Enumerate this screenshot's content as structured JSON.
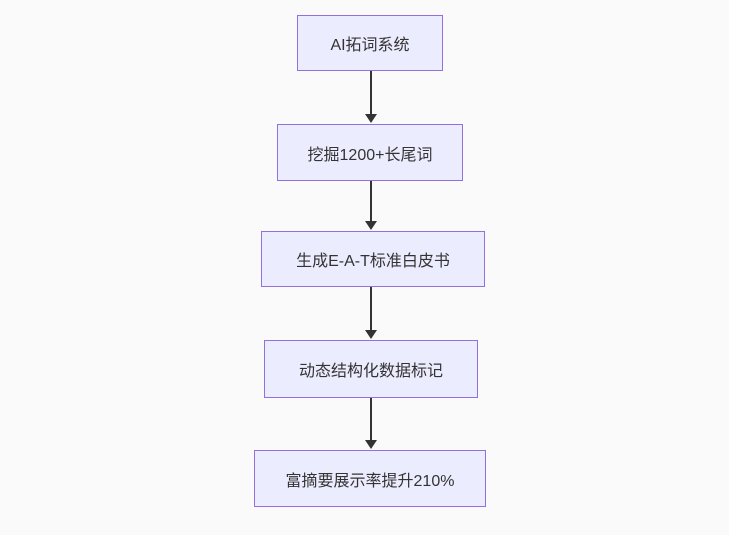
{
  "diagram": {
    "type": "flowchart",
    "direction": "top-down",
    "nodes": [
      {
        "id": "step-1",
        "label": "AI拓词系统"
      },
      {
        "id": "step-2",
        "label": "挖掘1200+长尾词"
      },
      {
        "id": "step-3",
        "label": "生成E-A-T标准白皮书"
      },
      {
        "id": "step-4",
        "label": "动态结构化数据标记"
      },
      {
        "id": "step-5",
        "label": "富摘要展示率提升210%"
      }
    ],
    "edges": [
      {
        "from": "step-1",
        "to": "step-2"
      },
      {
        "from": "step-2",
        "to": "step-3"
      },
      {
        "from": "step-3",
        "to": "step-4"
      },
      {
        "from": "step-4",
        "to": "step-5"
      }
    ],
    "colors": {
      "node_fill": "#ECECFF",
      "node_border": "#9370DB",
      "node_text": "#333333",
      "arrow": "#333333",
      "background": "#fafafa"
    }
  }
}
